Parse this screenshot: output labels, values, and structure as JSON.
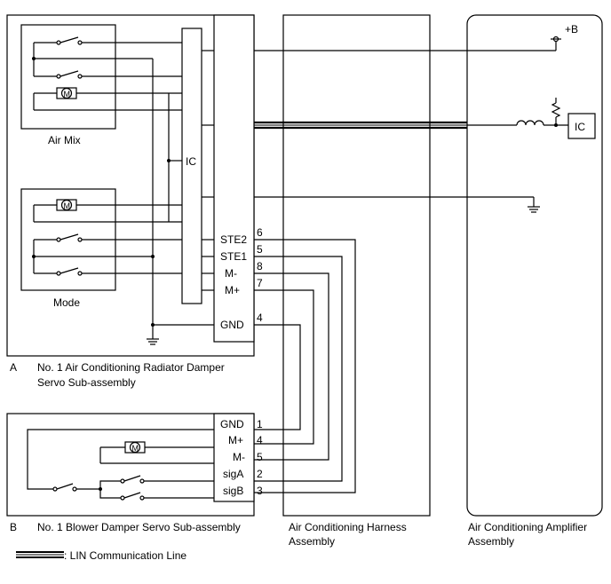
{
  "components": {
    "air_mix": "Air Mix",
    "mode": "Mode",
    "ic_a": "IC",
    "ic_amp": "IC",
    "plus_b": "+B"
  },
  "assembly_a": {
    "letter": "A",
    "name_line1": "No. 1 Air Conditioning Radiator Damper",
    "name_line2": "Servo Sub-assembly",
    "terminals": [
      {
        "name": "STE2",
        "pin": "6"
      },
      {
        "name": "STE1",
        "pin": "5"
      },
      {
        "name": "M-",
        "pin": "8"
      },
      {
        "name": "M+",
        "pin": "7"
      },
      {
        "name": "GND",
        "pin": "4"
      }
    ]
  },
  "assembly_b": {
    "letter": "B",
    "name": "No. 1 Blower Damper Servo Sub-assembly",
    "terminals": [
      {
        "name": "GND",
        "pin": "1"
      },
      {
        "name": "M+",
        "pin": "4"
      },
      {
        "name": "M-",
        "pin": "5"
      },
      {
        "name": "sigA",
        "pin": "2"
      },
      {
        "name": "sigB",
        "pin": "3"
      }
    ]
  },
  "harness": {
    "line1": "Air Conditioning Harness",
    "line2": "Assembly"
  },
  "amplifier": {
    "line1": "Air Conditioning Amplifier",
    "line2": "Assembly"
  },
  "legend": {
    "lin": ": LIN Communication Line"
  },
  "icons": {
    "motor": "M"
  }
}
